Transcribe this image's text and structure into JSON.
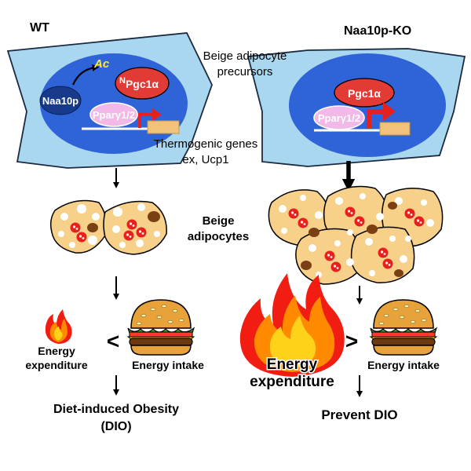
{
  "left": {
    "title": "WT",
    "ac": "Ac",
    "n_terminus": "N",
    "naa10p": "Naa10p",
    "pgc1a": "Pgc1α",
    "ppar": "Pparγ1/2",
    "thermo_line1": "Thermogenic genes",
    "thermo_line2": "ex, Ucp1",
    "comparator": "<",
    "expenditure_line1": "Energy",
    "expenditure_line2": "expenditure",
    "intake": "Energy intake",
    "outcome_line1": "Diet-induced Obesity",
    "outcome_line2": "(DIO)"
  },
  "center": {
    "precursor_line1": "Beige adipocyte",
    "precursor_line2": "precursors",
    "beige_line1": "Beige",
    "beige_line2": "adipocytes"
  },
  "right": {
    "title": "Naa10p-KO",
    "pgc1a": "Pgc1α",
    "ppar": "Pparγ1/2",
    "comparator": ">",
    "expenditure_line1": "Energy",
    "expenditure_line2": "expenditure",
    "intake": "Energy intake",
    "outcome": "Prevent DIO"
  },
  "colors": {
    "cell_fill": "#a9d7ef",
    "nucleus": "#2f63d8",
    "naa10p": "#173a8a",
    "pgc1a": "#e23a35",
    "ppar": "#f2b8e8",
    "gene_box": "#f2c27a",
    "promoter_arrow": "#e8201c",
    "adipocyte": "#f7d08a",
    "lipid": "#ffffff",
    "mito": "#e8201c",
    "brown_droplet": "#7a3f12",
    "flame_outer": "#f21d12",
    "flame_mid": "#ff8a00",
    "flame_inner": "#ffd21a"
  }
}
